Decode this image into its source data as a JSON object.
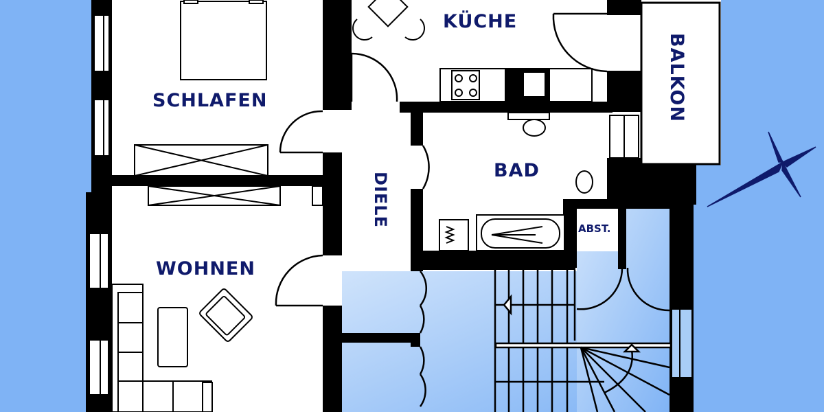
{
  "colors": {
    "background": "#7fb3f5",
    "stairwell": "#a9cdf7",
    "wall": "#000000",
    "floor": "#ffffff",
    "label": "#0f1a6b"
  },
  "rooms": {
    "schlafen": "SCHLAFEN",
    "kueche": "KÜCHE",
    "balkon": "BALKON",
    "bad": "BAD",
    "diele": "DIELE",
    "abst": "ABST.",
    "wohnen": "WOHNEN"
  },
  "icons": {
    "compass": "compass-rose-icon"
  }
}
